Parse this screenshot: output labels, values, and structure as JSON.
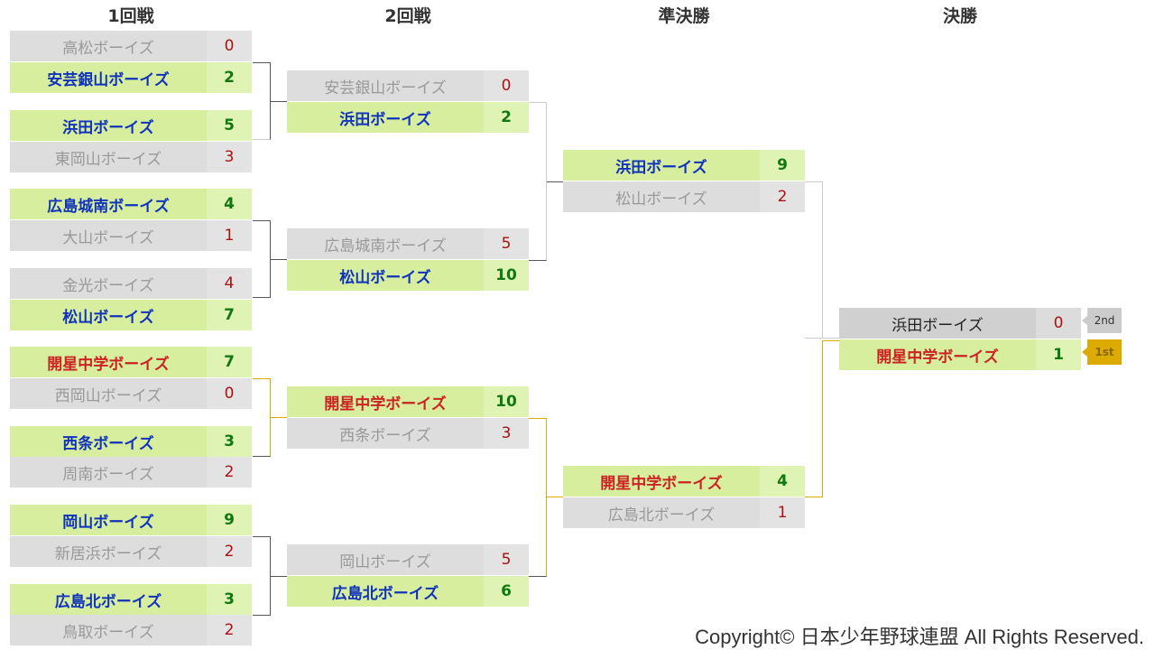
{
  "rounds": [
    "1回戦",
    "2回戦",
    "準決勝",
    "決勝"
  ],
  "round1": [
    {
      "name": "高松ボーイズ",
      "score": "0"
    },
    {
      "name": "安芸銀山ボーイズ",
      "score": "2"
    },
    {
      "name": "浜田ボーイズ",
      "score": "5"
    },
    {
      "name": "東岡山ボーイズ",
      "score": "3"
    },
    {
      "name": "広島城南ボーイズ",
      "score": "4"
    },
    {
      "name": "大山ボーイズ",
      "score": "1"
    },
    {
      "name": "金光ボーイズ",
      "score": "4"
    },
    {
      "name": "松山ボーイズ",
      "score": "7"
    },
    {
      "name": "開星中学ボーイズ",
      "score": "7"
    },
    {
      "name": "西岡山ボーイズ",
      "score": "0"
    },
    {
      "name": "西条ボーイズ",
      "score": "3"
    },
    {
      "name": "周南ボーイズ",
      "score": "2"
    },
    {
      "name": "岡山ボーイズ",
      "score": "9"
    },
    {
      "name": "新居浜ボーイズ",
      "score": "2"
    },
    {
      "name": "広島北ボーイズ",
      "score": "3"
    },
    {
      "name": "鳥取ボーイズ",
      "score": "2"
    }
  ],
  "round2": [
    {
      "name": "安芸銀山ボーイズ",
      "score": "0"
    },
    {
      "name": "浜田ボーイズ",
      "score": "2"
    },
    {
      "name": "広島城南ボーイズ",
      "score": "5"
    },
    {
      "name": "松山ボーイズ",
      "score": "10"
    },
    {
      "name": "開星中学ボーイズ",
      "score": "10"
    },
    {
      "name": "西条ボーイズ",
      "score": "3"
    },
    {
      "name": "岡山ボーイズ",
      "score": "5"
    },
    {
      "name": "広島北ボーイズ",
      "score": "6"
    }
  ],
  "semifinal": [
    {
      "name": "浜田ボーイズ",
      "score": "9"
    },
    {
      "name": "松山ボーイズ",
      "score": "2"
    },
    {
      "name": "開星中学ボーイズ",
      "score": "4"
    },
    {
      "name": "広島北ボーイズ",
      "score": "1"
    }
  ],
  "final": [
    {
      "name": "浜田ボーイズ",
      "score": "0"
    },
    {
      "name": "開星中学ボーイズ",
      "score": "1"
    }
  ],
  "badges": {
    "second": "2nd",
    "first": "1st"
  },
  "colors": {
    "win_line": "#e0a800",
    "line": "#555555",
    "light_line": "#cccccc"
  },
  "copyright": "Copyright©  日本少年野球連盟 All Rights Reserved."
}
